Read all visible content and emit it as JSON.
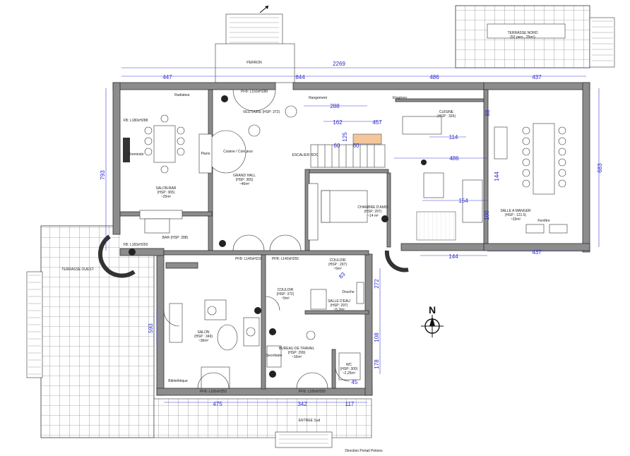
{
  "dimensions": {
    "top_total": "2269",
    "top_left": "447",
    "top_mid": "844",
    "top_right_a": "486",
    "top_right_b": "437",
    "left_height": "793",
    "right_height": "683",
    "bottom_left": "475",
    "bottom_mid": "342",
    "bottom_right": "117",
    "dim_288": "288",
    "dim_162": "162",
    "dim_457": "457",
    "dim_125": "125",
    "dim_60a": "60",
    "dim_60b": "60",
    "dim_114": "114",
    "dim_486b": "486",
    "dim_154": "154",
    "dim_88": "88",
    "dim_144": "144",
    "dim_100": "100",
    "dim_437b": "437",
    "dim_144b": "144",
    "dim_272": "272",
    "dim_108": "108",
    "dim_178": "178",
    "dim_45": "45",
    "dim_593": "593",
    "dim_83": "83"
  },
  "rooms": {
    "salon_bar": {
      "name": "SALON-BAR",
      "sub": "(HSP: 365)",
      "area": "~25m²"
    },
    "grand_hall": {
      "name": "GRAND HALL",
      "sub": "(HSP: 365)",
      "area": "~46m²"
    },
    "chambre": {
      "name": "CHAMBRE D'AMIS",
      "sub": "(HSP: 297)",
      "area": "~14 m²"
    },
    "cuisine": {
      "name": "CUISINE",
      "sub": "(HSP : 326)"
    },
    "salle_manger": {
      "name": "SALLE A MANGER",
      "sub": "(HSP : 121.5)",
      "area": "~33m²"
    },
    "salon": {
      "name": "SALON",
      "sub": "(HSP : 349)",
      "area": "~36m²"
    },
    "couloir1": {
      "name": "COULOIR",
      "sub": "(HSP: 372)",
      "area": "~5m²"
    },
    "couloir2": {
      "name": "COULOIR",
      "sub": "(HSP : 297)",
      "area": "~5m²"
    },
    "salle_eau": {
      "name": "SALLE D'EAU",
      "sub": "(HSP: 297)",
      "area": "~5,2m²"
    },
    "bureau": {
      "name": "BUREAU DE TRAVAIL",
      "sub": "(HSP: 299)",
      "area": "~16m²"
    },
    "wc": {
      "name": "WC",
      "sub": "(HSP: 300)",
      "area": "~2,25m²"
    },
    "bar": {
      "name": "BAR (HSP: 288)"
    },
    "vestiaire": {
      "name": "VESTIAIRE (HSP: 372)"
    }
  },
  "labels": {
    "perron": "PERRON",
    "terrasse_ouest": "TERRASSE OUEST",
    "terrasse_nord": "TERRASSE NORD",
    "terrasse_nord_sub": "(52 pers., 25m²)",
    "entree": "ENTREE Sud",
    "direction": "Direction Portail Petions",
    "cheminee": "Cheminée",
    "piano": "Piano",
    "cuisine_ete": "Cuisine / Coin jeux",
    "radiateur": "Radiateur",
    "rangement": "Rangement",
    "etageres": "Etagères",
    "escalier": "ESCALIER RDC",
    "bibliotheque": "Bibliothèque",
    "secretaire": "Secrétaire",
    "douche": "Douche",
    "fenetre": "Fenêtre",
    "pfb_top": "PFB: L150xH288",
    "pfb_salon": "PFB: L180xH252",
    "pfb_bureau": "PFB: L180xH255",
    "pfb_hall_left": "PFB: L140xH215",
    "pfb_hall_right": "PFB: L140xH255",
    "fb1": "FB: L180xH288",
    "fb_bar": "FB: L183xH250",
    "north": "N"
  }
}
